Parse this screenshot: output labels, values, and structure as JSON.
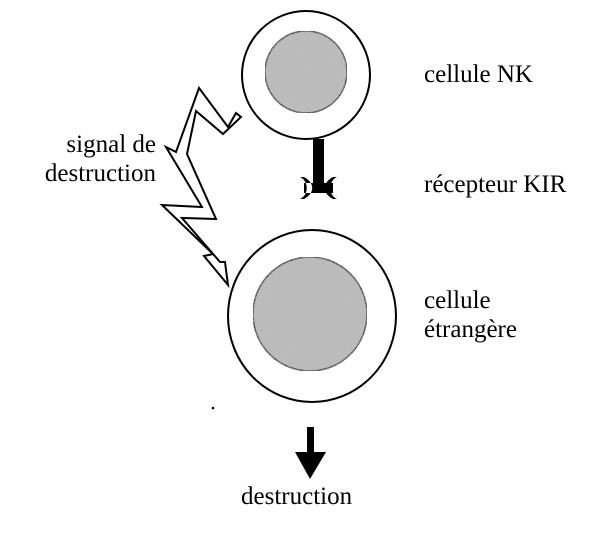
{
  "labels": {
    "nk_cell": "cellule NK",
    "kir_receptor": "récepteur KIR",
    "foreign_cell_line1": "cellule",
    "foreign_cell_line2": "étrangère",
    "signal_line1": "signal de",
    "signal_line2": "destruction",
    "destruction": "destruction"
  },
  "colors": {
    "ink": "#000000",
    "nucleus_fill": "#b8b8b8",
    "arrow_fill": "#ffffff"
  }
}
